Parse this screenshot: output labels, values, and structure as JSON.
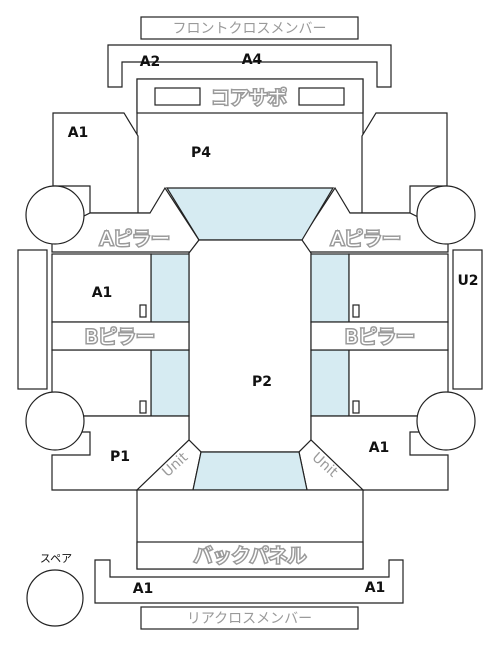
{
  "labels": {
    "front_cross_member": "フロントクロスメンバー",
    "core_support": "コアサポ",
    "a_pillar": "Aピラー",
    "b_pillar": "Bピラー",
    "back_panel": "バックパネル",
    "rear_cross_member": "リアクロスメンバー",
    "spare": "スペア",
    "unit_label": "Unit"
  },
  "codes": {
    "front_a2": "A2",
    "front_a4": "A4",
    "front_left_a1": "A1",
    "hood_p4": "P4",
    "left_door_a1": "A1",
    "right_u2": "U2",
    "roof_p2": "P2",
    "rear_left_p1": "P1",
    "rear_right_a1": "A1",
    "rear_bumper_left_a1": "A1",
    "rear_bumper_right_a1": "A1"
  }
}
